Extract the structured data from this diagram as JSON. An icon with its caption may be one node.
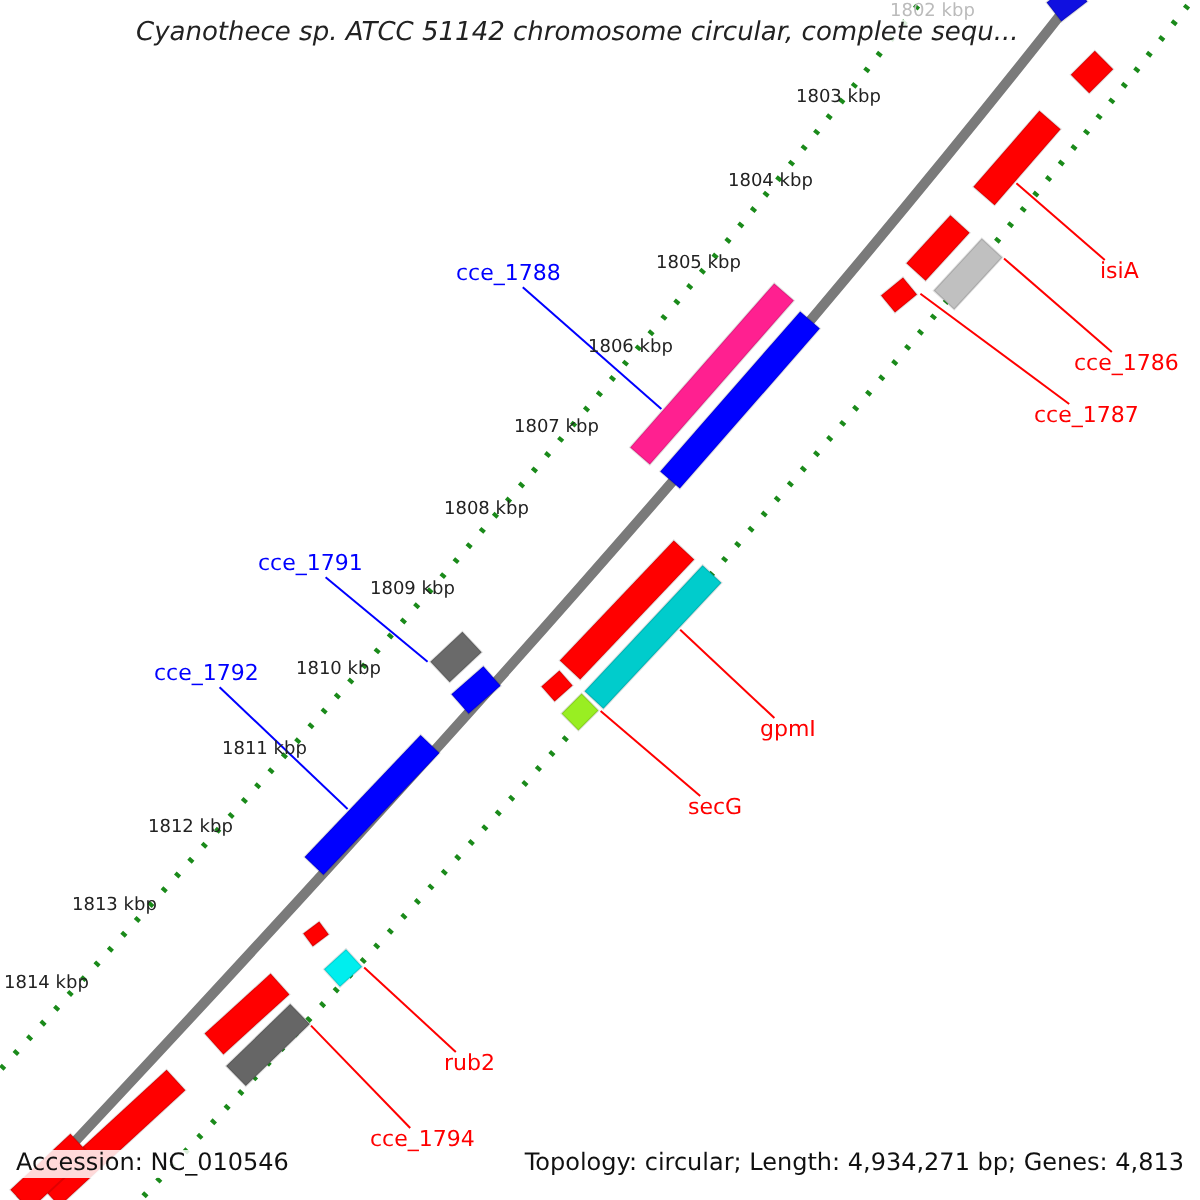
{
  "diagram": {
    "title": "Cyanothece sp. ATCC 51142 chromosome circular, complete sequ...",
    "nodes": [
      {
        "text": [
          "isiA"
        ]
      },
      {
        "text": [],
        "shape": "bar"
      },
      {
        "text": [
          "cce_1788"
        ]
      },
      {
        "text": [],
        "shape": "bar"
      },
      {
        "text": [
          "cce_1786"
        ]
      },
      {
        "text": [],
        "shape": "bar"
      },
      {
        "text": [
          "cce_1787"
        ]
      },
      {
        "text": [],
        "shape": "bar"
      },
      {
        "text": [
          "cce_1791"
        ]
      },
      {
        "text": [],
        "shape": "bar"
      },
      {
        "text": [
          "cce_1792"
        ]
      },
      {
        "text": [],
        "shape": "bar"
      },
      {
        "text": [
          "gpmI"
        ]
      },
      {
        "text": [],
        "shape": "bar"
      },
      {
        "text": [
          "secG"
        ]
      },
      {
        "text": [],
        "shape": "bar"
      },
      {
        "text": [
          "rub2"
        ]
      },
      {
        "text": [],
        "shape": "bar"
      },
      {
        "text": [
          "cce_1794"
        ]
      },
      {
        "text": [],
        "shape": "bar"
      }
    ],
    "edges": [
      {
        "from": 0,
        "to": 1,
        "arrow": "none"
      },
      {
        "from": 2,
        "to": 3,
        "arrow": "none",
        "color": "#0000ff"
      },
      {
        "from": 4,
        "to": 5,
        "arrow": "none"
      },
      {
        "from": 6,
        "to": 7,
        "arrow": "none"
      },
      {
        "from": 8,
        "to": 9,
        "arrow": "none",
        "color": "#0000ff"
      },
      {
        "from": 10,
        "to": 11,
        "arrow": "none",
        "color": "#0000ff"
      },
      {
        "from": 12,
        "to": 13,
        "arrow": "none"
      },
      {
        "from": 14,
        "to": 15,
        "arrow": "none"
      },
      {
        "from": 16,
        "to": 17,
        "arrow": "none"
      },
      {
        "from": 18,
        "to": 19,
        "arrow": "none"
      }
    ],
    "labels": [
      "1802 kbp",
      "1803 kbp",
      "1804 kbp",
      "1805 kbp",
      "1806 kbp",
      "1807 kbp",
      "1808 kbp",
      "1809 kbp",
      "1810 kbp",
      "1811 kbp",
      "1812 kbp",
      "1813 kbp",
      "1814 kbp",
      "Accession: NC_010546",
      "Topology: circular; Length: 4,934,271 bp; Genes: 4,813"
    ]
  }
}
